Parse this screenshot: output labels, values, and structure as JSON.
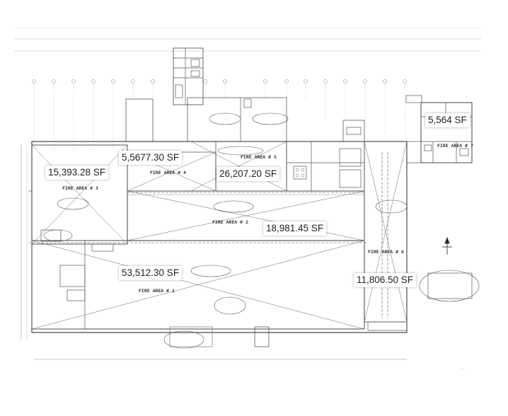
{
  "areas": [
    {
      "sf": "5,564 SF"
    },
    {
      "sf": "5,5677.30 SF"
    },
    {
      "sf": "15,393.28 SF"
    },
    {
      "sf": "26,207.20 SF"
    },
    {
      "sf": "18,981.45 SF"
    },
    {
      "sf": "53,512.30 SF"
    },
    {
      "sf": "11,806.50 SF"
    }
  ],
  "fire_areas": {
    "fa1": "FIRE AREA # 1",
    "fa2": "FIRE AREA # 2",
    "fa3": "FIRE AREA # 3",
    "fa4": "FIRE AREA # 4",
    "fa5": "FIRE AREA # 5",
    "fa6": "FIRE AREA # 6",
    "fa7": "FIRE AREA # 7"
  },
  "colors": {
    "line": "#555555",
    "label_bg": "#ffffff",
    "text": "#222222"
  },
  "icons": [
    "north-arrow-icon",
    "cloud-bubble-icon"
  ]
}
